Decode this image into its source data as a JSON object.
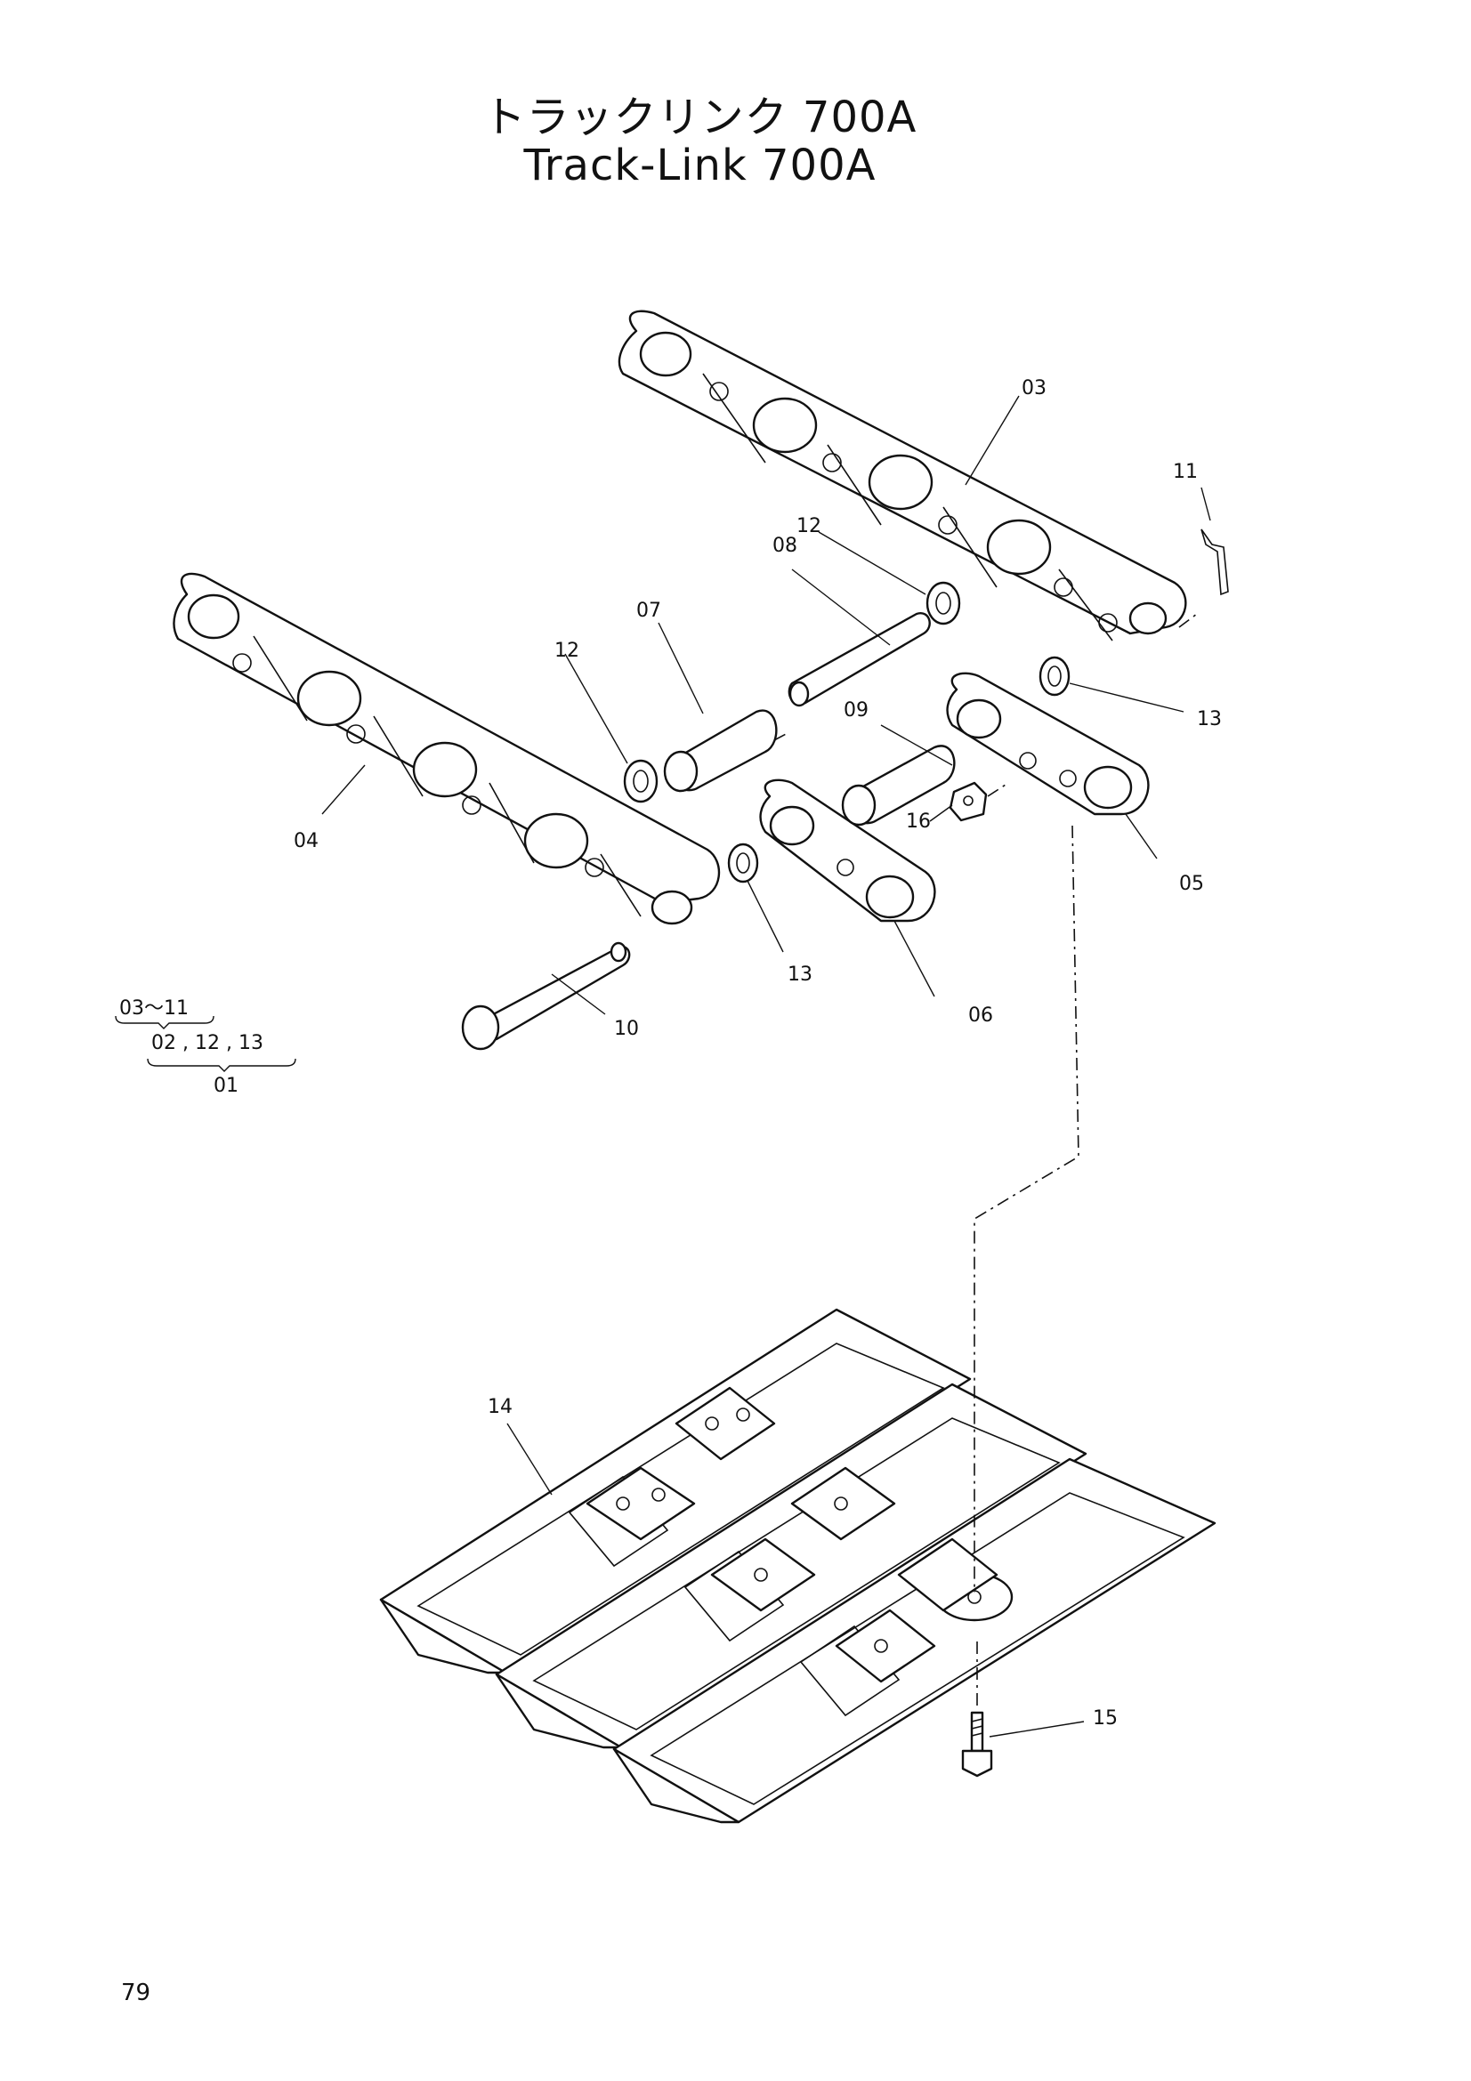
{
  "title_ja": "トラックリンク 700A",
  "title_en": "Track-Link 700A",
  "page_number": "79",
  "callouts": {
    "c03": "03",
    "c04": "04",
    "c05": "05",
    "c06": "06",
    "c07": "07",
    "c08": "08",
    "c09": "09",
    "c10": "10",
    "c11": "11",
    "c12a": "12",
    "c12b": "12",
    "c13a": "13",
    "c13b": "13",
    "c14": "14",
    "c15": "15",
    "c16": "16"
  },
  "assembly_legend": {
    "line1": "03～11",
    "line2": "02 , 12 , 13",
    "line3": "01"
  }
}
